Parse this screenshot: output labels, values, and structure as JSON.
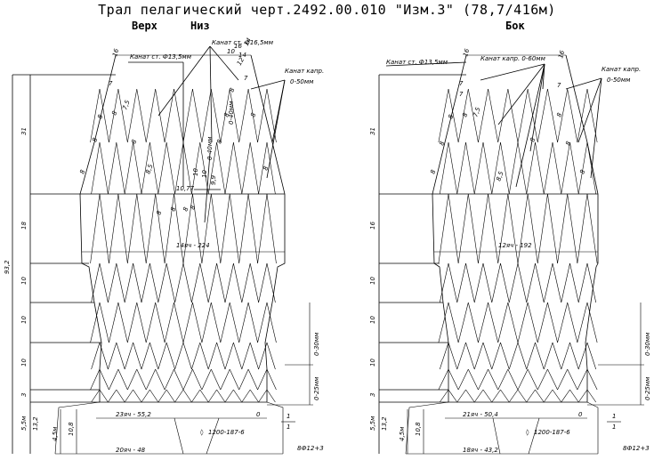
{
  "title": "Трал пелагический черт.2492.00.010 \"Изм.3\" (78,7/416м)",
  "panels": {
    "top": "Верх",
    "bottom": "Низ",
    "side": "Бок"
  },
  "left": {
    "rope_labels": [
      "Канат ст. Ф16,5мм",
      "Канат ст. Ф13,5мм",
      "Канат капр.",
      "0-50мм"
    ],
    "section_dims": [
      "31",
      "18",
      "10",
      "10",
      "10",
      "3",
      "5,5м",
      "13,2",
      "4,5м",
      "10,8"
    ],
    "total_dim": "93,2",
    "net_labels": [
      "10,77",
      "9,9",
      "8,5",
      "7,5",
      "0-40мм",
      "0-40мм"
    ],
    "width_labels": [
      "14яч - 224",
      "23яч - 55,2",
      "20яч - 48"
    ],
    "mesh_label": "1200-187-6",
    "side_dims": [
      "0-30мм",
      "0-25мм"
    ],
    "numbers": [
      "16",
      "7",
      "8",
      "8",
      "8",
      "8",
      "8",
      "8",
      "8",
      "8",
      "14",
      "12",
      "10",
      "10",
      "16",
      "14",
      "10",
      "7",
      "8",
      "8",
      "8",
      "8",
      "8",
      "8"
    ],
    "fraction": [
      "1",
      "1"
    ],
    "bottom_code": "8Ф12+3",
    "small": "0"
  },
  "right": {
    "rope_labels": [
      "Канат ст. Ф13,5мм",
      "Канат капр. 0-60мм",
      "Канат капр.",
      "0-50мм"
    ],
    "section_dims": [
      "31",
      "16",
      "10",
      "10",
      "10",
      "3",
      "5,5м",
      "13,2",
      "4,5м",
      "10,8"
    ],
    "net_labels": [
      "8,5",
      "7,5",
      "7"
    ],
    "width_labels": [
      "12яч - 192",
      "21яч - 50,4",
      "18яч - 43,2"
    ],
    "mesh_label": "1200-187-6",
    "side_dims": [
      "0-30мм",
      "0-25мм"
    ],
    "numbers": [
      "16",
      "7",
      "8",
      "8",
      "8",
      "8",
      "16",
      "7",
      "8",
      "8",
      "8",
      "8"
    ],
    "fraction": [
      "1",
      "1"
    ],
    "bottom_code": "8Ф12+3",
    "small": "0"
  }
}
